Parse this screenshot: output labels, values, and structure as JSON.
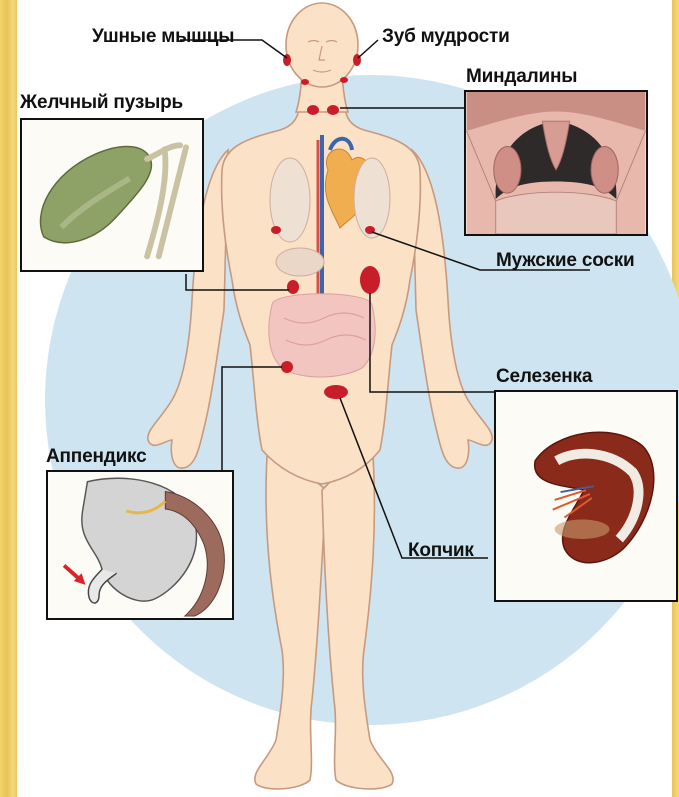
{
  "labels": {
    "ear_muscles": "Ушные мышцы",
    "wisdom_tooth": "Зуб мудрости",
    "gallbladder": "Желчный пузырь",
    "tonsils": "Миндалины",
    "male_nipples": "Мужские соски",
    "spleen": "Селезенка",
    "appendix": "Аппендикс",
    "coccyx": "Копчик"
  },
  "colors": {
    "background_circle": "#cfe4f1",
    "skin": "#fbe1c6",
    "skin_outline": "#c79a80",
    "organ_marker": "#c81e2a",
    "leader_line": "#111111",
    "frame": "#eac257"
  },
  "insets": {
    "gallbladder": "gallbladder-illustration",
    "tonsils": "tonsils-illustration",
    "spleen": "spleen-illustration",
    "appendix": "appendix-illustration"
  }
}
